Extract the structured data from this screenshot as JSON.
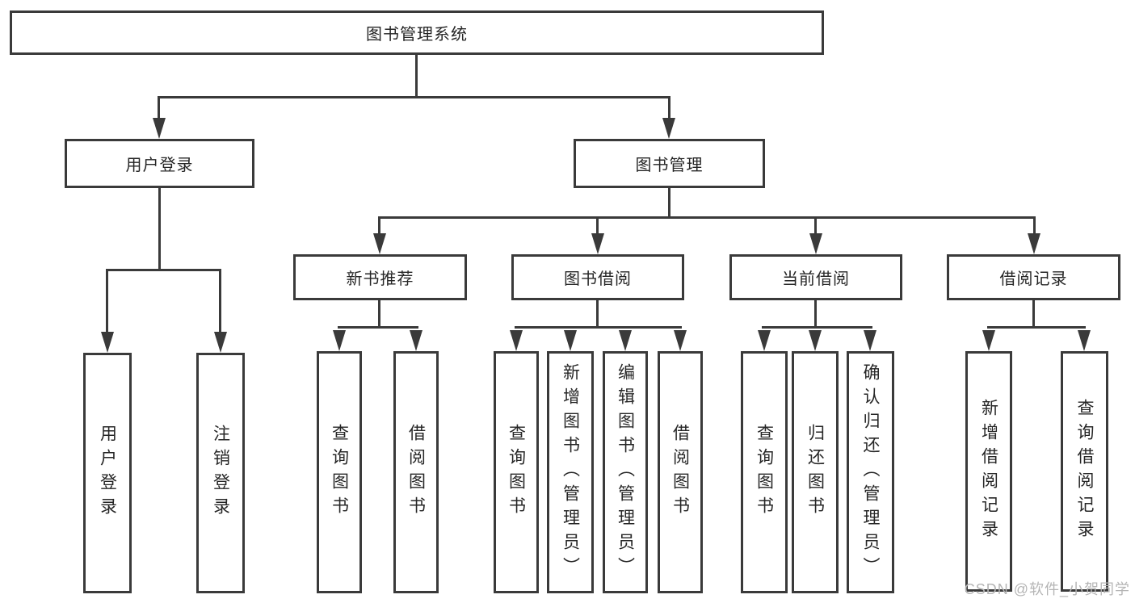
{
  "tree": {
    "root": {
      "label": "图书管理系统"
    },
    "branches": [
      {
        "label": "用户登录",
        "children": [
          {
            "label": "用户登录"
          },
          {
            "label": "注销登录"
          }
        ]
      },
      {
        "label": "图书管理",
        "sections": [
          {
            "label": "新书推荐",
            "children": [
              {
                "label": "查询图书"
              },
              {
                "label": "借阅图书"
              }
            ]
          },
          {
            "label": "图书借阅",
            "children": [
              {
                "label": "查询图书"
              },
              {
                "label": "新增图书（管理员）"
              },
              {
                "label": "编辑图书（管理员）"
              },
              {
                "label": "借阅图书"
              }
            ]
          },
          {
            "label": "当前借阅",
            "children": [
              {
                "label": "查询图书"
              },
              {
                "label": "归还图书"
              },
              {
                "label": "确认归还（管理员）"
              }
            ]
          },
          {
            "label": "借阅记录",
            "children": [
              {
                "label": "新增借阅记录"
              },
              {
                "label": "查询借阅记录"
              }
            ]
          }
        ]
      }
    ]
  },
  "watermark": {
    "text": "CSDN @软件_小贺同学"
  },
  "colors": {
    "line": "#3a3a3a",
    "box_border": "#3a3a3a",
    "text": "#262626",
    "watermark": "#b5b5b5",
    "background": "#ffffff"
  }
}
